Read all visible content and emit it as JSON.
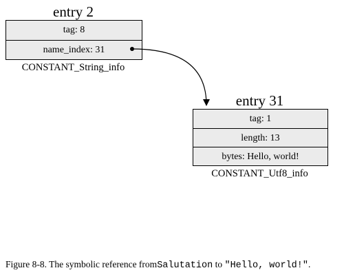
{
  "entry2": {
    "title": "entry 2",
    "fields": [
      "tag: 8",
      "name_index: 31"
    ],
    "type_label": "CONSTANT_String_info"
  },
  "entry31": {
    "title": "entry 31",
    "fields": [
      "tag: 1",
      "length: 13",
      "bytes: Hello, world!"
    ],
    "type_label": "CONSTANT_Utf8_info"
  },
  "caption": {
    "prefix": "Figure 8-8. The symbolic reference from",
    "code1": "Salutation",
    "middle": " to ",
    "code2": "\"Hello, world!\"",
    "suffix": "."
  },
  "colors": {
    "cell_fill": "#ebebeb",
    "line": "#000000"
  }
}
